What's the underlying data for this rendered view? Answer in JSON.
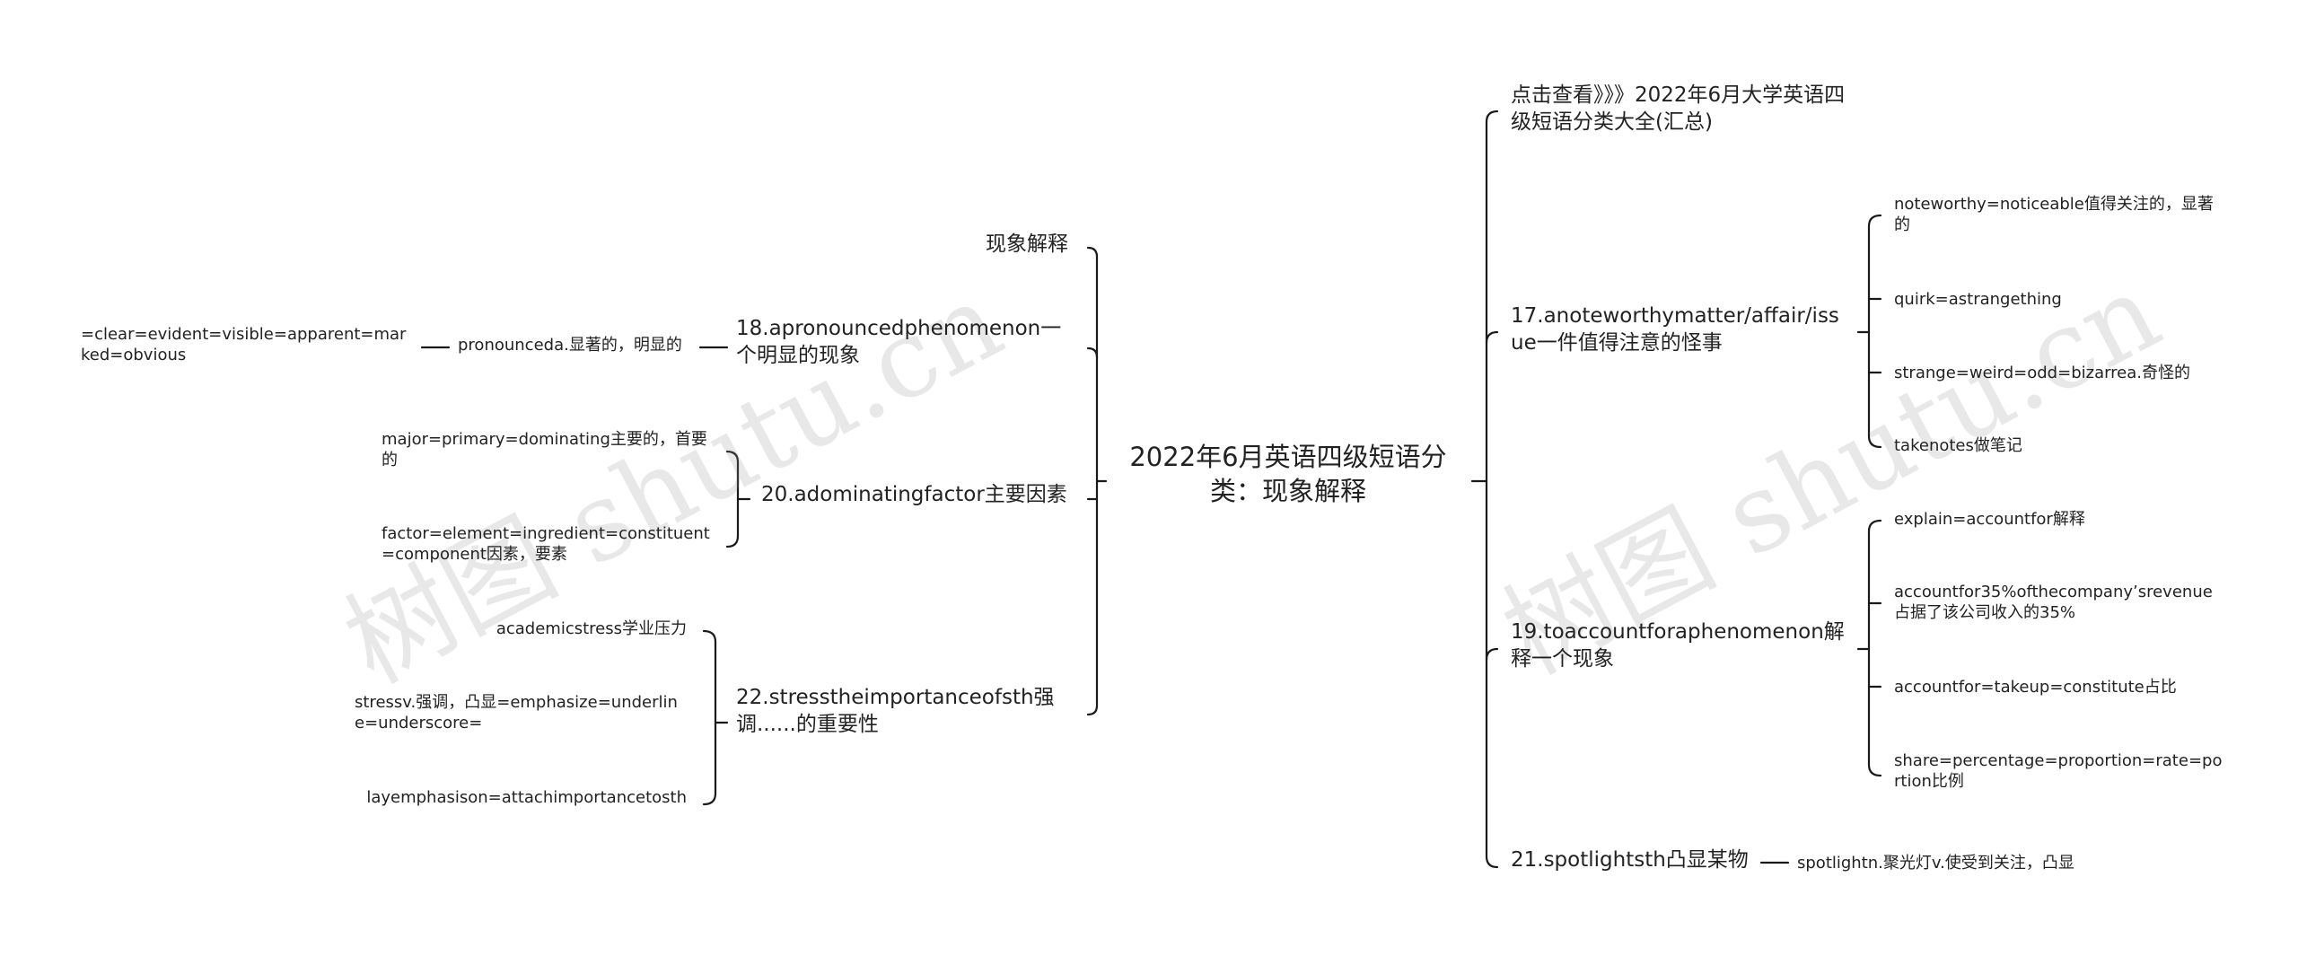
{
  "root": "2022年6月英语四级短语分类：现象解释",
  "left": [
    {
      "label": "现象解释",
      "children": []
    },
    {
      "label": "18.apronouncedphenomenon一个明显的现象",
      "children": [
        {
          "label": "pronounceda.显著的，明显的",
          "children": [
            {
              "label": "=clear=evident=visible=apparent=marked=obvious"
            }
          ]
        }
      ]
    },
    {
      "label": "20.adominatingfactor主要因素",
      "children": [
        {
          "label": "major=primary=dominating主要的，首要的"
        },
        {
          "label": "factor=element=ingredient=constituent=component因素，要素"
        }
      ]
    },
    {
      "label": "22.stresstheimportanceofsth强调......的重要性",
      "children": [
        {
          "label": "academicstress学业压力"
        },
        {
          "label": "stressv.强调，凸显=emphasize=underline=underscore="
        },
        {
          "label": "layemphasison=attachimportancetosth"
        }
      ]
    }
  ],
  "right": [
    {
      "label": "点击查看》》》2022年6月大学英语四级短语分类大全(汇总)",
      "children": []
    },
    {
      "label": "17.anoteworthymatter/affair/issue一件值得注意的怪事",
      "children": [
        {
          "label": "noteworthy=noticeable值得关注的，显著的"
        },
        {
          "label": "quirk=astrangething"
        },
        {
          "label": "strange=weird=odd=bizarrea.奇怪的"
        },
        {
          "label": "takenotes做笔记"
        }
      ]
    },
    {
      "label": "19.toaccountforaphenomenon解释一个现象",
      "children": [
        {
          "label": "explain=accountfor解释"
        },
        {
          "label": "accountfor35%ofthecompany’srevenue占据了该公司收入的35%"
        },
        {
          "label": "accountfor=takeup=constitute占比"
        },
        {
          "label": "share=percentage=proportion=rate=portion比例"
        }
      ]
    },
    {
      "label": "21.spotlightsth凸显某物",
      "children": [
        {
          "label": "spotlightn.聚光灯v.使受到关注，凸显"
        }
      ]
    }
  ],
  "watermark": [
    "树图 shutu.cn",
    "树图 shutu.cn"
  ]
}
